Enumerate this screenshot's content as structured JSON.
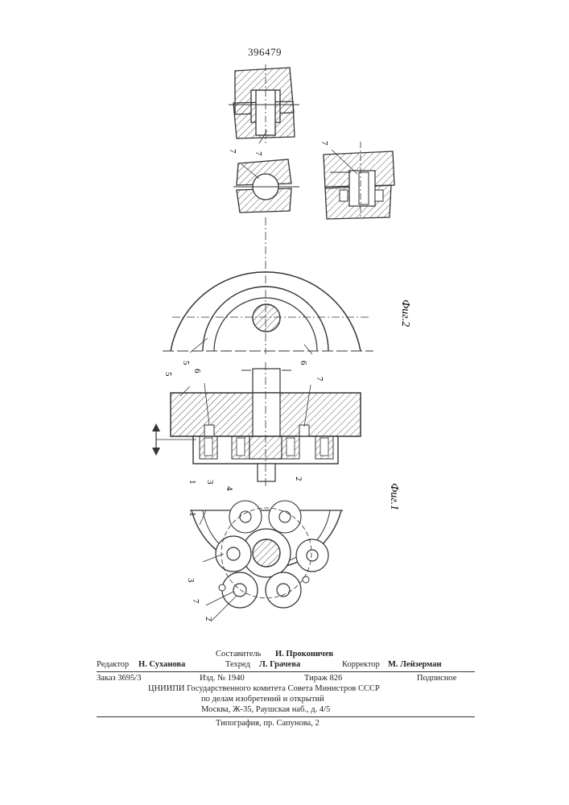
{
  "document": {
    "patent_number": "396479",
    "figures": {
      "fig1_caption": "Фиг.1",
      "fig2_caption": "Фиг.2"
    },
    "part_labels": {
      "p1": "1",
      "p2": "2",
      "p3": "3",
      "p4": "4",
      "p5": "5",
      "p6": "6",
      "p7": "7"
    }
  },
  "imprint": {
    "compiler_label": "Составитель",
    "compiler_name": "И. Проконичев",
    "editor_label": "Редактор",
    "editor_name": "Н. Суханова",
    "techred_label": "Техред",
    "techred_name": "Л. Грачева",
    "corrector_label": "Корректор",
    "corrector_name": "М. Лейзерман",
    "order": "Заказ 3695/3",
    "edition": "Изд. № 1940",
    "print_run": "Тираж 826",
    "subscription": "Подписное",
    "org_line1": "ЦНИИПИ Государственного комитета Совета Министров СССР",
    "org_line2": "по делам изобретений и открытий",
    "org_line3": "Москва, Ж-35, Раушская наб., д. 4/5",
    "printer": "Типография, пр. Сапунова, 2"
  }
}
